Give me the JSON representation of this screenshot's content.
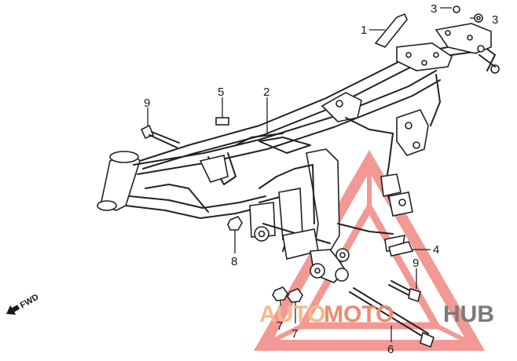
{
  "callouts": {
    "c1": "1",
    "c2": "2",
    "c3a": "3",
    "c3b": "3",
    "c4": "4",
    "c5": "5",
    "c6": "6",
    "c7a": "7",
    "c7b": "7",
    "c8": "8",
    "c9a": "9",
    "c9b": "9"
  },
  "fwd_label": "FWD",
  "watermark": {
    "part1": "AUTO",
    "part2": "MOTO",
    "part3": "HUB",
    "colors": {
      "auto": "#f6b98a",
      "moto": "#ef8a6e",
      "hub": "#7a7a7a",
      "triangle": "#e8473f"
    }
  }
}
